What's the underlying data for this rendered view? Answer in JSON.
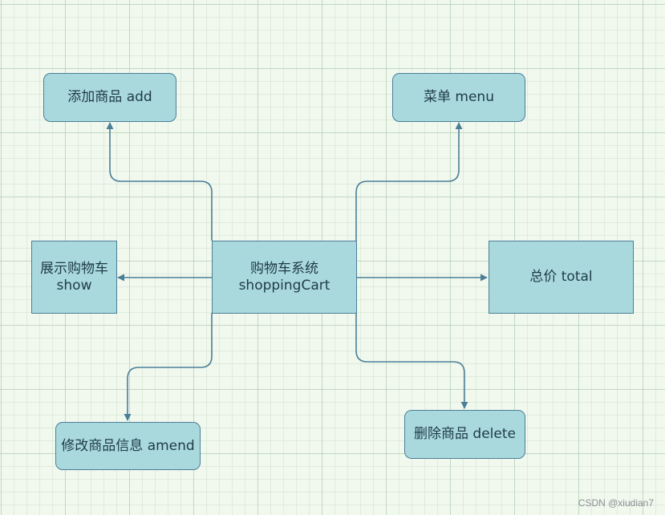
{
  "diagram": {
    "center": {
      "label": "购物车系统\nshoppingCart"
    },
    "nodes": {
      "add": {
        "label": "添加商品 add"
      },
      "menu": {
        "label": "菜单 menu"
      },
      "show": {
        "label": "展示购物车\nshow"
      },
      "total": {
        "label": "总价 total"
      },
      "amend": {
        "label": "修改商品信息 amend"
      },
      "delete": {
        "label": "删除商品 delete"
      }
    },
    "colors": {
      "fill": "#a9d9dc",
      "stroke": "#4a7f98",
      "text": "#1f3a4a"
    }
  },
  "watermark": "CSDN @xiudian7"
}
